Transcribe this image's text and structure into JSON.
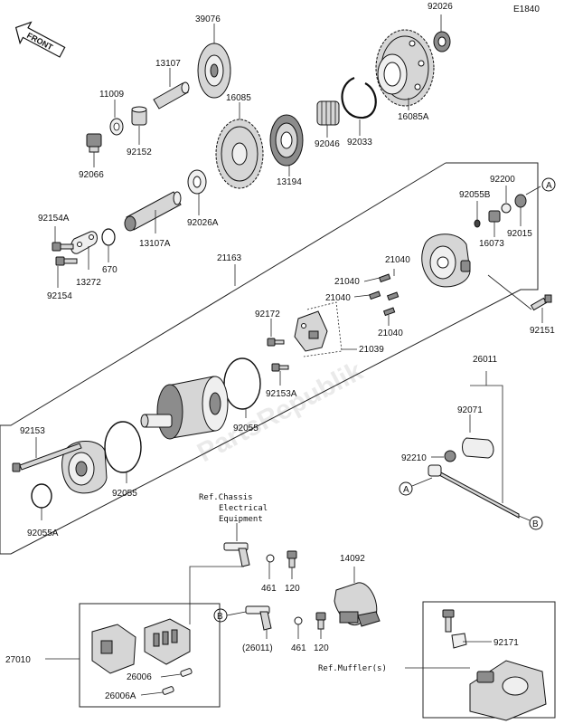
{
  "diagram_code": "E1840",
  "front_label": "FRONT",
  "watermark": "PartsRepublik",
  "part_numbers": {
    "p39076": "39076",
    "p92026": "92026",
    "p13107": "13107",
    "p11009": "11009",
    "p16085": "16085",
    "p16085A": "16085A",
    "p92152": "92152",
    "p92046": "92046",
    "p92033": "92033",
    "p92066": "92066",
    "p13194": "13194",
    "p92200": "92200",
    "p92055B": "92055B",
    "p92015": "92015",
    "p92154A": "92154A",
    "p92026A": "92026A",
    "p16073": "16073",
    "p13107A": "13107A",
    "p670": "670",
    "p13272": "13272",
    "p92154": "92154",
    "p21163": "21163",
    "p21040a": "21040",
    "p21040b": "21040",
    "p21040c": "21040",
    "p21040d": "21040",
    "p92172": "92172",
    "p21039": "21039",
    "p92151": "92151",
    "p92153A": "92153A",
    "p26011": "26011",
    "p92153": "92153",
    "p92055a": "92055",
    "p92071": "92071",
    "p92055b": "92055",
    "p92210": "92210",
    "p92055A": "92055A",
    "p461a": "461",
    "p120a": "120",
    "p14092": "14092",
    "p26011b": "(26011)",
    "p461b": "461",
    "p120b": "120",
    "p27010": "27010",
    "p26006": "26006",
    "p26006A": "26006A",
    "p92171": "92171"
  },
  "refs": {
    "chassis_line1": "Ref.Chassis",
    "chassis_line2": "Electrical",
    "chassis_line3": "Equipment",
    "muffler": "Ref.Muffler(s)"
  },
  "markers": {
    "a1": "A",
    "a2": "A",
    "b1": "B",
    "b2": "B"
  }
}
